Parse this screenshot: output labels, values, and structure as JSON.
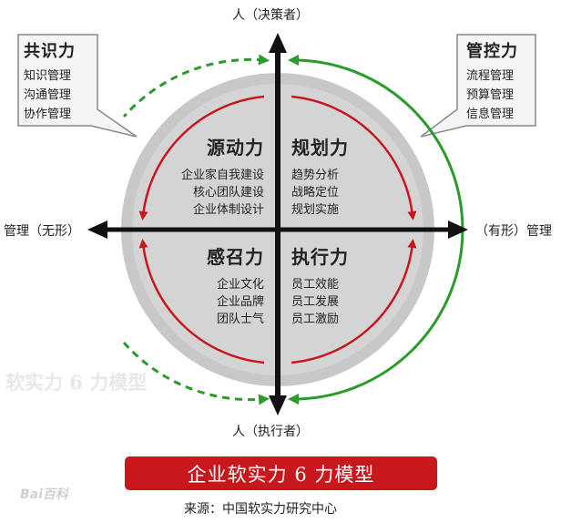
{
  "axes": {
    "top": "人（决策者）",
    "bottom": "人（执行者）",
    "left": "管理（无形）",
    "right": "（有形）管理"
  },
  "quadrants": {
    "top_left": {
      "title": "源动力",
      "items": [
        "企业家自我建设",
        "核心团队建设",
        "企业体制设计"
      ]
    },
    "top_right": {
      "title": "规划力",
      "items": [
        "趋势分析",
        "战略定位",
        "规划实施"
      ]
    },
    "bottom_left": {
      "title": "感召力",
      "items": [
        "企业文化",
        "企业品牌",
        "团队士气"
      ]
    },
    "bottom_right": {
      "title": "执行力",
      "items": [
        "员工效能",
        "员工发展",
        "员工激励"
      ]
    }
  },
  "callouts": {
    "left": {
      "title": "共识力",
      "items": [
        "知识管理",
        "沟通管理",
        "协作管理"
      ]
    },
    "right": {
      "title": "管控力",
      "items": [
        "流程管理",
        "预算管理",
        "信息管理"
      ]
    }
  },
  "banner": "企业软实力 6 力模型",
  "source": "来源：中国软实力研究中心",
  "watermark": "软实力 6 力模型",
  "baidu_logo": "Bai百科",
  "colors": {
    "red": "#c8181e",
    "green": "#2a9a2a",
    "gray_disc": "#c8c8c8",
    "axis": "#111111"
  }
}
